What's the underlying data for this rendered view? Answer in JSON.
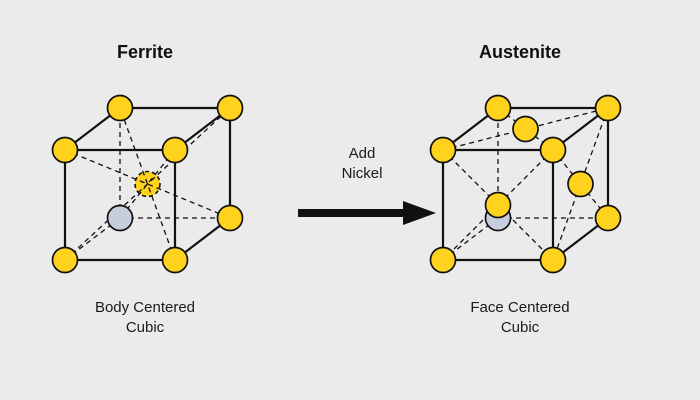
{
  "left": {
    "title": "Ferrite",
    "caption": "Body Centered Cubic"
  },
  "middle": {
    "arrow_label": "Add Nickel"
  },
  "right": {
    "title": "Austenite",
    "caption": "Face Centered Cubic"
  },
  "colors": {
    "atom_yellow": "#FFD21E",
    "atom_gray": "#C6CEDD",
    "line": "#111111",
    "background": "#EBEBEB"
  }
}
